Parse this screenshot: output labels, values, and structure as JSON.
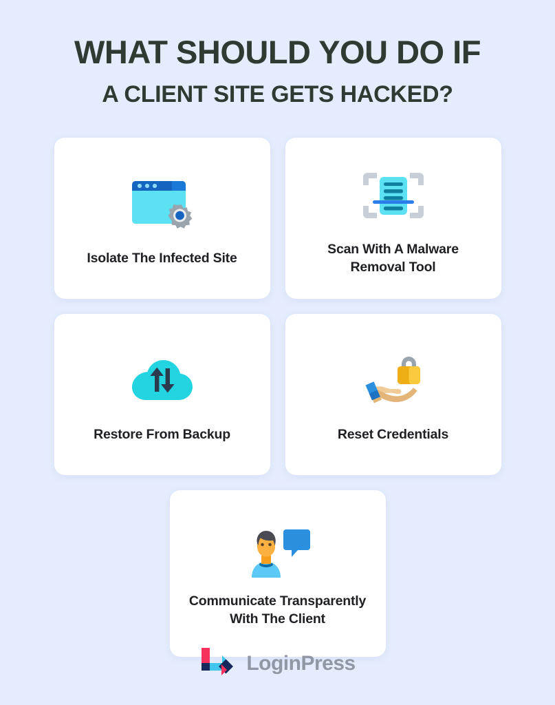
{
  "heading": {
    "line1": "WHAT SHOULD YOU DO IF",
    "line2": "A CLIENT SITE GETS HACKED?"
  },
  "cards": [
    {
      "icon": "browser-window-gear-icon",
      "label": "Isolate The Infected Site"
    },
    {
      "icon": "document-scan-icon",
      "label": "Scan With A Malware Removal Tool"
    },
    {
      "icon": "cloud-sync-arrows-icon",
      "label": "Restore From Backup"
    },
    {
      "icon": "hand-holding-padlock-icon",
      "label": "Reset Credentials"
    },
    {
      "icon": "person-speech-bubble-icon",
      "label": "Communicate Transparently With The Client"
    }
  ],
  "footer": {
    "logo_text": "LoginPress",
    "logo_mark": "loginpress-logo-mark"
  },
  "colors": {
    "background": "#e4ecfd",
    "heading": "#2e3b33",
    "card_background": "#ffffff",
    "card_label": "#1f2024",
    "logo_text": "#9098a5",
    "logo_pink": "#f6325c",
    "logo_cyan": "#41c7ee",
    "logo_navy": "#17295a",
    "accent_cyan": "#22d3e0",
    "accent_blue": "#1f6fd0",
    "accent_yellow": "#f0ab16"
  }
}
